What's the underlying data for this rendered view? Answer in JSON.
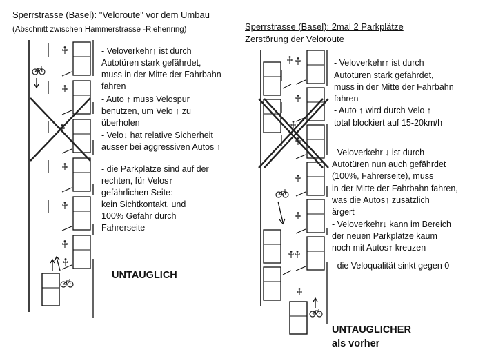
{
  "left": {
    "title": "Sperrstrasse (Basel): \"Veloroute\" vor dem Umbau",
    "subtitle": "(Abschnitt zwischen Hammerstrasse -Riehenring)",
    "notes": [
      "- Veloverkehr↑ ist durch",
      "Autotüren stark gefährdet,",
      "muss in der Mitte der Fahrbahn",
      "fahren",
      "- Auto ↑ muss Velospur",
      "benutzen, um Velo ↑ zu",
      "überholen",
      "- Velo↓ hat relative Sicherheit",
      "ausser bei aggressiven Autos ↑",
      "",
      "- die Parkplätze sind auf der",
      "rechten, für Velos↑",
      "gefährlichen Seite:",
      "kein Sichtkontakt, und",
      "100% Gefahr durch",
      "Fahrerseite"
    ],
    "verdict": "UNTAUGLICH"
  },
  "right": {
    "title_line1": "Sperrstrasse (Basel): 2mal 2 Parkplätze",
    "title_line2": "Zerstörung der Veloroute",
    "notes_a": [
      "- Veloverkehr↑  ist durch",
      "Autotüren stark gefährdet,",
      "muss in der Mitte der Fahrbahn",
      "fahren",
      "- Auto ↑ wird durch Velo ↑",
      " total blockiert auf 15-20km/h"
    ],
    "notes_b": [
      "- Veloverkehr ↓ ist durch",
      "Autotüren nun auch gefährdet",
      "(100%, Fahrerseite), muss",
      "in der Mitte der Fahrbahn fahren,",
      "was die Autos↑  zusätzlich",
      "ärgert",
      "- Veloverkehr↓ kann im Bereich",
      "der neuen Parkplätze kaum",
      "noch mit Autos↑ kreuzen"
    ],
    "notes_c": "- die Veloqualität sinkt gegen 0",
    "verdict_line1": "UNTAUGLICHER",
    "verdict_line2": "als vorher"
  },
  "icons": [
    "parked-car-icon",
    "bicycle-icon",
    "person-icon",
    "arrow-up-icon",
    "arrow-down-icon",
    "cross-out-icon"
  ]
}
